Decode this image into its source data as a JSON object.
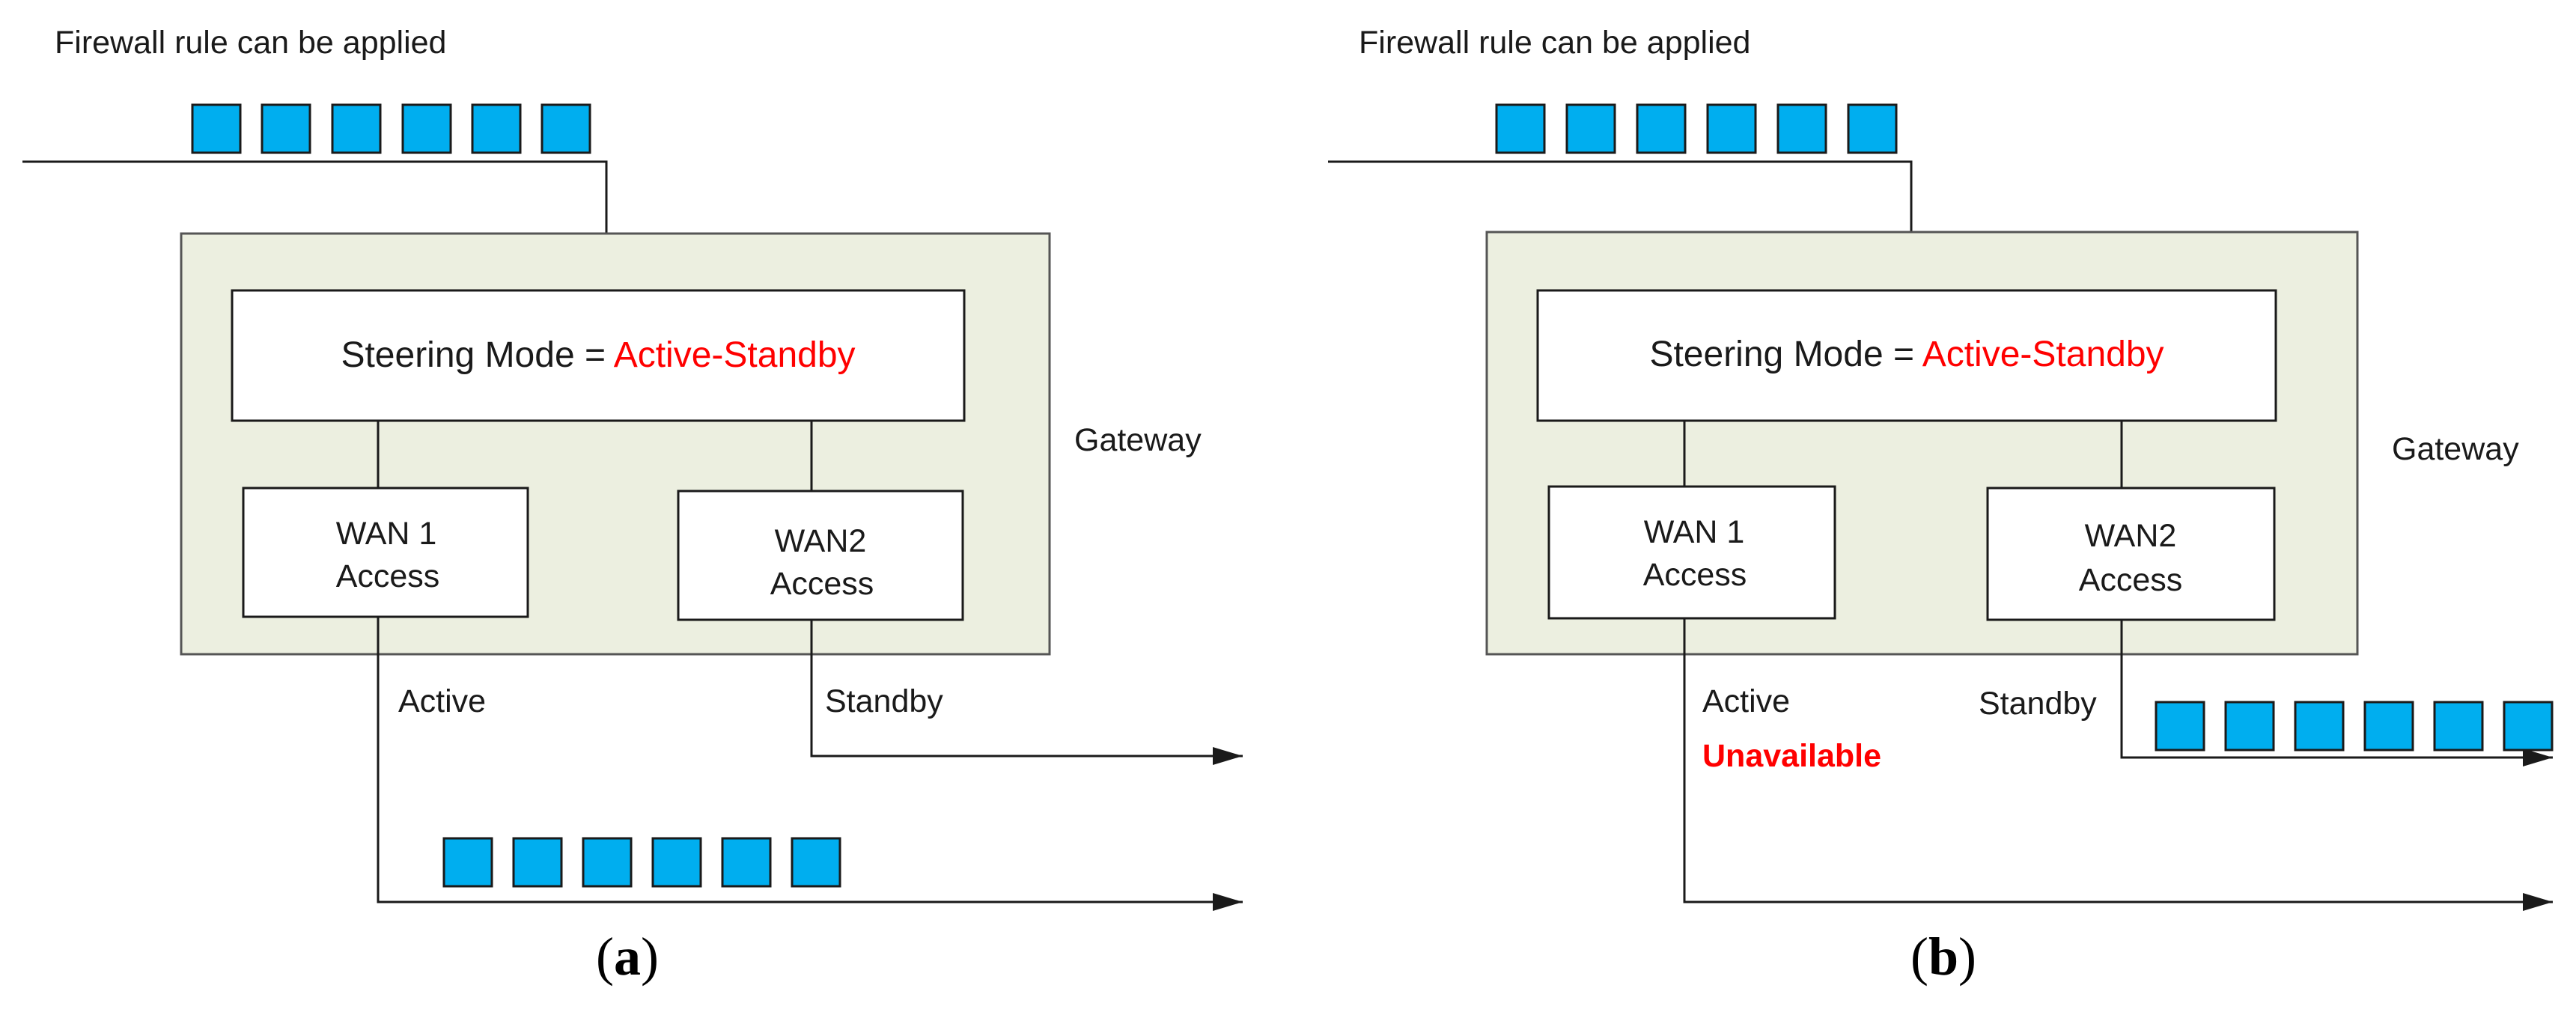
{
  "colors": {
    "packet": "#00aeef",
    "packet_stroke": "#1a1a1a",
    "gateway_fill": "#ecefe0",
    "gateway_stroke": "#555555",
    "box_fill": "#ffffff",
    "line": "#1a1a1a",
    "highlight": "#ff0000"
  },
  "panels": [
    {
      "caption_open": "(",
      "caption_letter": "a",
      "caption_close": ")",
      "header": "Firewall rule can be applied",
      "steering_prefix": "Steering Mode  = ",
      "steering_value": "Active-Standby",
      "gateway": "Gateway",
      "wan1_line1": "WAN 1",
      "wan1_line2": "Access",
      "wan2_line1": "WAN2",
      "wan2_line2": "Access",
      "active": "Active",
      "standby": "Standby",
      "status": "",
      "traffic_path": "active"
    },
    {
      "caption_open": "(",
      "caption_letter": "b",
      "caption_close": ")",
      "header": "Firewall rule can be applied",
      "steering_prefix": "Steering Mode  = ",
      "steering_value": "Active-Standby",
      "gateway": "Gateway",
      "wan1_line1": "WAN 1",
      "wan1_line2": "Access",
      "wan2_line1": "WAN2",
      "wan2_line2": "Access",
      "active": "Active",
      "standby": "Standby",
      "status": "Unavailable",
      "traffic_path": "standby"
    }
  ]
}
